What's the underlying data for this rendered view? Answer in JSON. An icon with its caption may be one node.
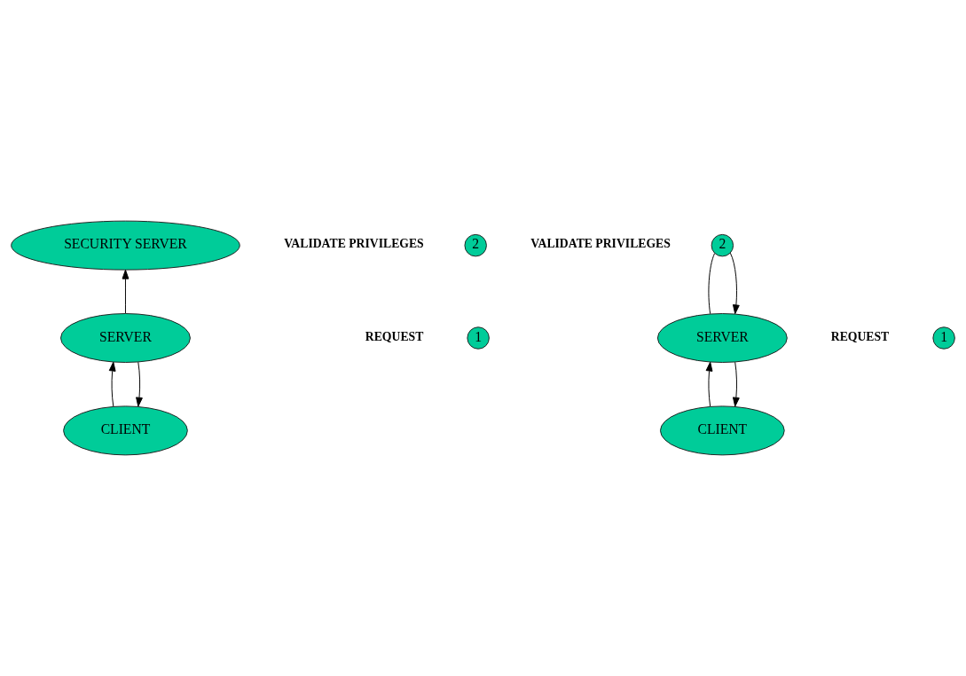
{
  "diagram": {
    "nodes": [
      {
        "text": [
          "SECURITY SERVER"
        ]
      },
      {
        "text": [
          "2"
        ],
        "beside": [
          "VALIDATE PRIVILEGES"
        ]
      },
      {
        "text": [
          "SERVER"
        ]
      },
      {
        "text": [
          "1"
        ],
        "beside": [
          "REQUEST"
        ]
      },
      {
        "text": [
          "CLIENT"
        ]
      },
      {
        "text": [
          "2"
        ],
        "beside": [
          "VALIDATE PRIVILEGES"
        ]
      },
      {
        "text": [
          "SERVER"
        ]
      },
      {
        "text": [
          "1"
        ],
        "beside": [
          "REQUEST"
        ]
      },
      {
        "text": [
          "CLIENT"
        ]
      }
    ],
    "edges": [
      {
        "from": 4,
        "to": 2,
        "arrow": "to"
      },
      {
        "from": 2,
        "to": 4,
        "arrow": "to"
      },
      {
        "from": 2,
        "to": 0,
        "arrow": "to"
      },
      {
        "from": 8,
        "to": 6,
        "arrow": "to"
      },
      {
        "from": 6,
        "to": 8,
        "arrow": "to"
      },
      {
        "from": 6,
        "to": 5,
        "arrow": "none"
      },
      {
        "from": 5,
        "to": 6,
        "arrow": "to"
      }
    ]
  }
}
